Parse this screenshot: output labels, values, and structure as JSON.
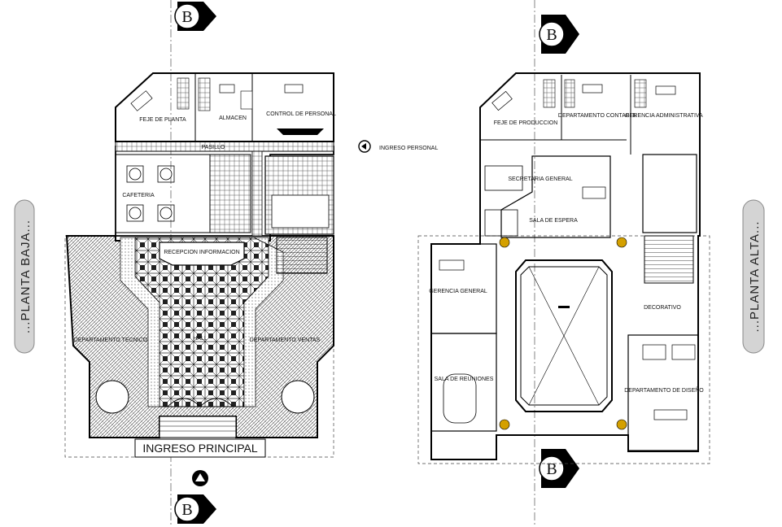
{
  "axis_marker": "B",
  "planta_baja": {
    "side_label": "...PLANTA BAJA...",
    "main_entrance": "INGRESO PRINCIPAL",
    "staff_entrance": "INGRESO PERSONAL",
    "rooms": {
      "jefe_planta": "FEJE DE PLANTA",
      "almacen": "ALMACEN",
      "control_personal": "CONTROL DE PERSONAL",
      "pasillo": "PASILLO",
      "cafeteria": "CAFETERIA",
      "recepcion": "RECEPCION INFORMACION",
      "dep_tecnico": "DEPARTAMENTO TECNICO",
      "dep_ventas": "DEPARTAMENTO VENTAS",
      "hall": "HALL"
    }
  },
  "planta_alta": {
    "side_label": "...PLANTA ALTA...",
    "rooms": {
      "jefe_produccion": "FEJE DE PRODUCCION",
      "dep_contable": "DEPARTAMENTO CONTABLE",
      "gerencia_admin": "GERENCIA ADMINISTRATIVA",
      "secretaria": "SECRETARIA GENERAL",
      "sala_espera": "SALA DE ESPERA",
      "gerencia_general": "GERENCIA GENERAL",
      "decorativo": "DECORATIVO",
      "sala_reuniones": "SALA DE REUNIONES",
      "dep_diseno": "DEPARTAMENTO DE DISEÑO"
    }
  }
}
